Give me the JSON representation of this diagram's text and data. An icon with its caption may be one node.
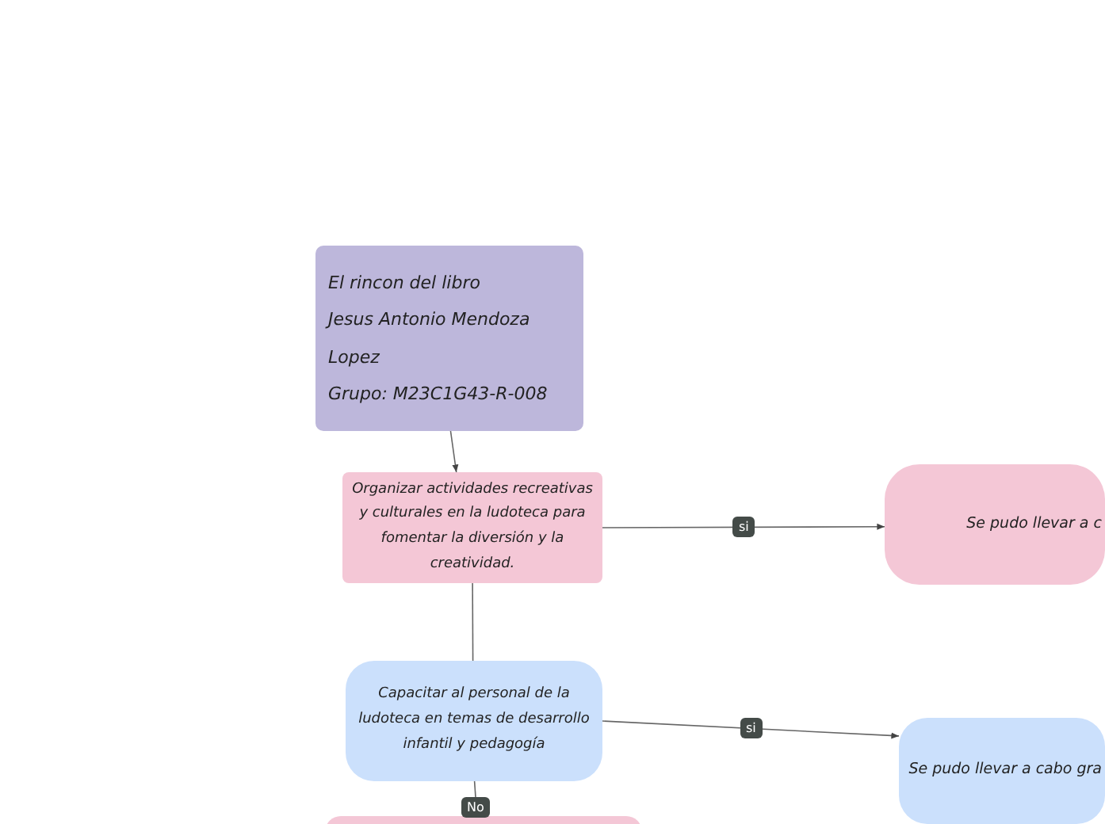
{
  "diagram": {
    "nodes": [
      {
        "text": [
          "El rincon del libro",
          "Jesus Antonio Mendoza Lopez",
          "Grupo: M23C1G43-R-008"
        ]
      },
      {
        "text": [
          "Organizar actividades recreativas y culturales en la ludoteca para fomentar la diversión y la creatividad."
        ]
      },
      {
        "text": [
          "Se pudo llevar a c"
        ]
      },
      {
        "text": [
          "Capacitar al personal de la ludoteca en temas de desarrollo infantil y pedagogía"
        ]
      },
      {
        "text": [
          "Se pudo llevar a cabo gra"
        ]
      },
      {
        "text": [],
        "shape": "box"
      }
    ],
    "edges": [
      {
        "from": 0,
        "to": 1,
        "arrow": "to"
      },
      {
        "from": 1,
        "to": 2,
        "arrow": "to",
        "label": "si"
      },
      {
        "from": 1,
        "to": 3,
        "arrow": "none"
      },
      {
        "from": 3,
        "to": 4,
        "arrow": "to",
        "label": "si"
      },
      {
        "from": 3,
        "to": 5,
        "arrow": "none",
        "label": "No"
      }
    ]
  }
}
